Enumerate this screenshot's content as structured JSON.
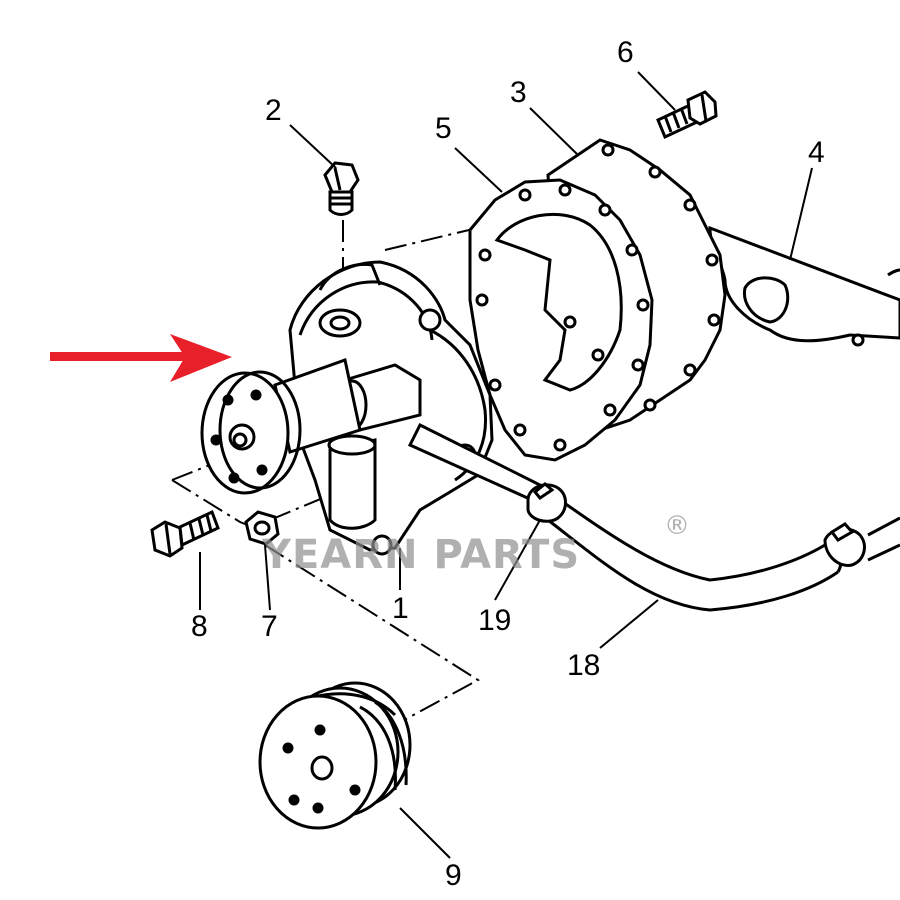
{
  "callouts": {
    "c1": "1",
    "c2": "2",
    "c3": "3",
    "c4": "4",
    "c5": "5",
    "c6": "6",
    "c7": "7",
    "c8": "8",
    "c9": "9",
    "c18": "18",
    "c19": "19"
  },
  "watermark": {
    "text": "YEARN PARTS",
    "registered_mark": "®"
  },
  "colors": {
    "line": "#000000",
    "arrow": "#e8202a",
    "watermark_text": "#8f8f8f",
    "watermark_gear": "#a0a0a0",
    "watermark_flame": "#f2b23a"
  },
  "icons": {
    "pointer": "red-arrow-icon",
    "logo": "gear-flame-logo-icon"
  }
}
